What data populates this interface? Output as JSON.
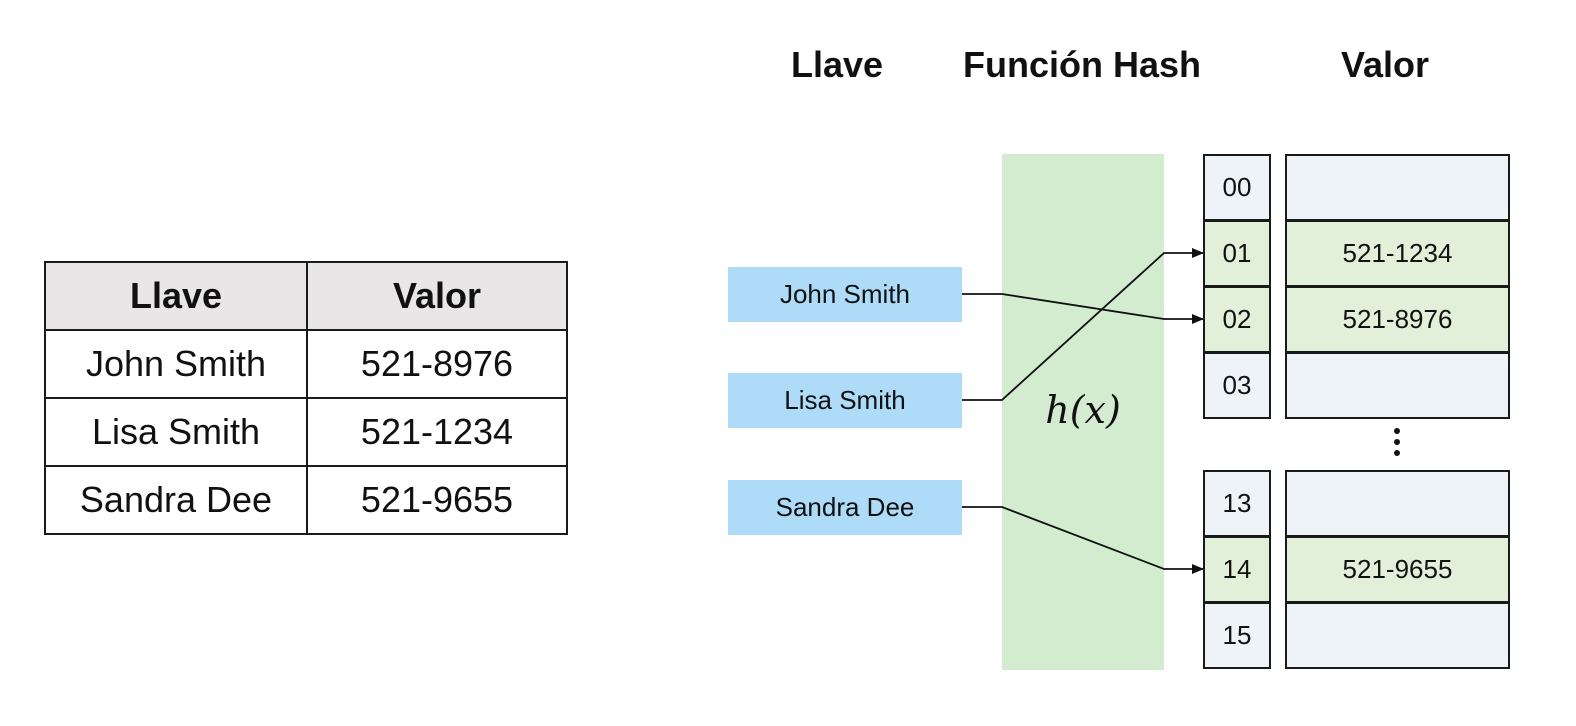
{
  "table": {
    "headers": [
      "Llave",
      "Valor"
    ],
    "rows": [
      {
        "key": "John Smith",
        "value": "521-8976"
      },
      {
        "key": "Lisa Smith",
        "value": "521-1234"
      },
      {
        "key": "Sandra Dee",
        "value": "521-9655"
      }
    ]
  },
  "diagram": {
    "titles": {
      "key": "Llave",
      "hash": "Función Hash",
      "value": "Valor"
    },
    "hash_label": "h(x)",
    "keys": [
      "John Smith",
      "Lisa Smith",
      "Sandra Dee"
    ],
    "buckets_top": [
      {
        "index": "00",
        "value": ""
      },
      {
        "index": "01",
        "value": "521-1234"
      },
      {
        "index": "02",
        "value": "521-8976"
      },
      {
        "index": "03",
        "value": ""
      }
    ],
    "buckets_bottom": [
      {
        "index": "13",
        "value": ""
      },
      {
        "index": "14",
        "value": "521-9655"
      },
      {
        "index": "15",
        "value": ""
      }
    ],
    "colors": {
      "key_fill": "#aedbf8",
      "hash_fill": "#d3ecd0",
      "filled_value": "#e2efd9",
      "empty_value": "#eef3f8"
    }
  }
}
